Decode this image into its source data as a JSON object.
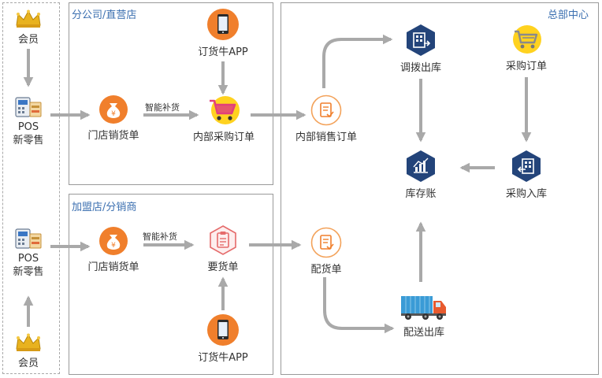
{
  "regions": {
    "branch": "分公司/直营店",
    "franchise": "加盟店/分销商",
    "hq": "总部中心"
  },
  "nodes": {
    "member_top": "会员",
    "pos_top_line1": "POS",
    "pos_top_line2": "新零售",
    "store_sales_top": "门店销货单",
    "app_top": "订货牛APP",
    "internal_purchase": "内部采购订单",
    "internal_sales": "内部销售订单",
    "transfer_out": "调拨出库",
    "purchase_order": "采购订单",
    "inventory_ledger": "库存账",
    "purchase_in": "采购入库",
    "pos_bottom_line1": "POS",
    "pos_bottom_line2": "新零售",
    "member_bottom": "会员",
    "store_sales_bottom": "门店销货单",
    "requisition": "要货单",
    "app_bottom": "订货牛APP",
    "distribution": "配货单",
    "delivery_out": "配送出库"
  },
  "edge_labels": {
    "smart_top": "智能补货",
    "smart_bottom": "智能补货"
  },
  "colors": {
    "arrow": "#a9a9a9",
    "region_title": "#3b6fb0",
    "orange": "#f07f2c",
    "yellow": "#ffd21f",
    "navy": "#23447a"
  }
}
